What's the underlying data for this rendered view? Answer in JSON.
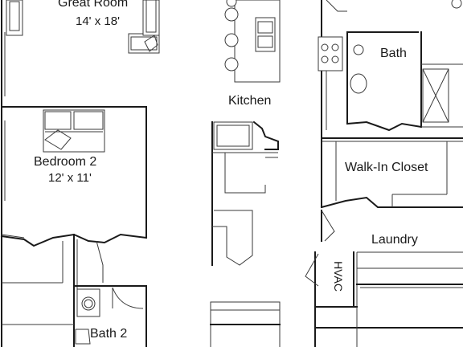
{
  "rooms": {
    "great_room": {
      "name": "Great Room",
      "dims": "14' x 18'"
    },
    "kitchen": {
      "name": "Kitchen"
    },
    "bath": {
      "name": "Bath"
    },
    "bedroom_2": {
      "name": "Bedroom 2",
      "dims": "12' x 11'"
    },
    "walk_in_closet": {
      "name": "Walk-In Closet"
    },
    "laundry": {
      "name": "Laundry"
    },
    "hvac": {
      "name": "HVAC"
    },
    "bath_2": {
      "name": "Bath 2"
    }
  },
  "colors": {
    "wall": "#1a1a1a",
    "fixture": "#3a3a3a",
    "background": "#ffffff"
  }
}
